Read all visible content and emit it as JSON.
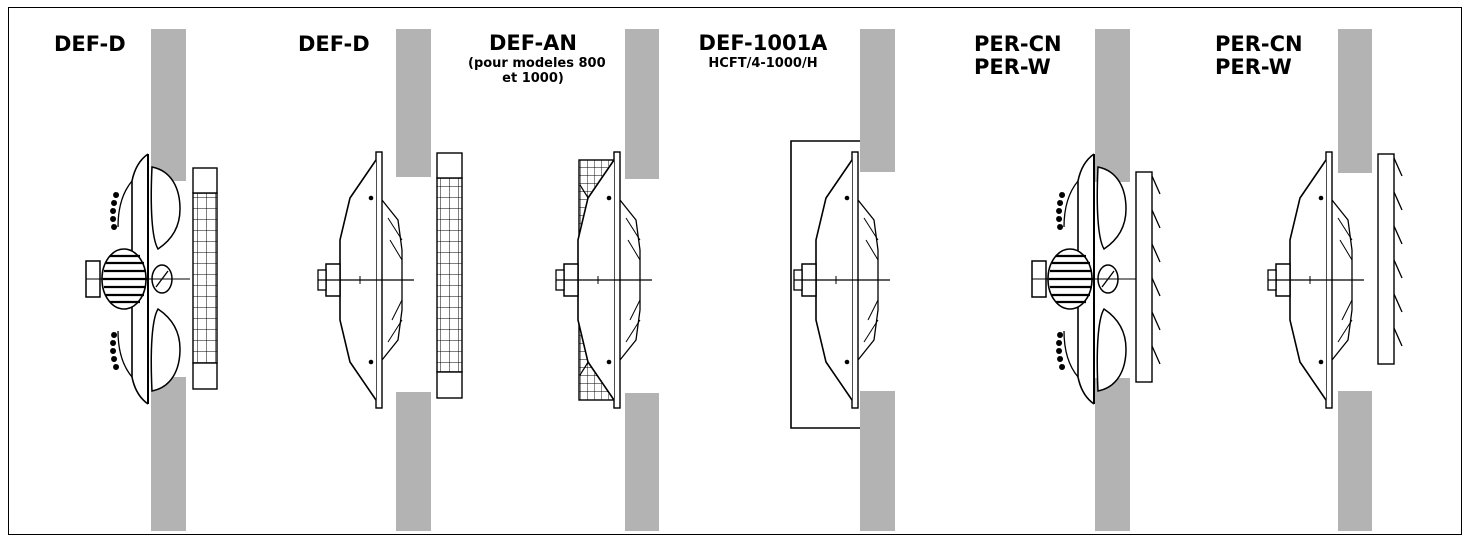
{
  "colors": {
    "wall": "#b3b3b4",
    "line": "#000000",
    "background": "#ffffff"
  },
  "panels": [
    {
      "title": "DEF-D"
    },
    {
      "title": "DEF-D"
    },
    {
      "title": "DEF-AN",
      "note_line1": "(pour modeles 800",
      "note_line2": "et 1000)"
    },
    {
      "title": "DEF-1001A",
      "subtitle": "HCFT/4-1000/H"
    },
    {
      "title_line1": "PER-CN",
      "title_line2": "PER-W"
    },
    {
      "title_line1": "PER-CN",
      "title_line2": "PER-W"
    }
  ]
}
